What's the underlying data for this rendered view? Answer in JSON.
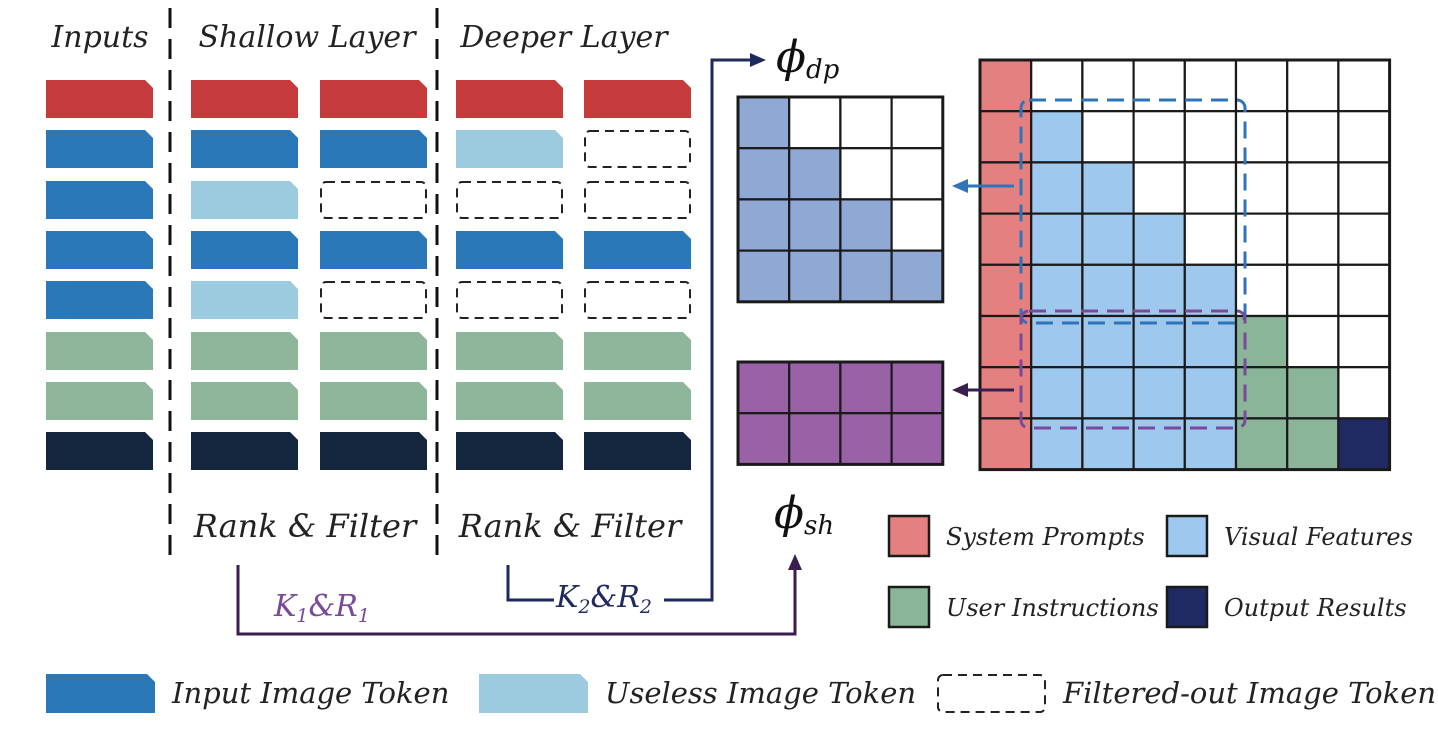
{
  "headers": {
    "inputs": "Inputs",
    "shallow": "Shallow Layer",
    "deeper": "Deeper Layer"
  },
  "columns": {
    "inputs": [
      "system",
      "image",
      "image",
      "image",
      "image",
      "user",
      "user",
      "output"
    ],
    "shallow_a": [
      "system",
      "image",
      "useless",
      "image",
      "useless",
      "user",
      "user",
      "output"
    ],
    "shallow_b": [
      "system",
      "image",
      "filtered",
      "image",
      "filtered",
      "user",
      "user",
      "output"
    ],
    "deeper_a": [
      "system",
      "useless",
      "filtered",
      "image",
      "filtered",
      "user",
      "user",
      "output"
    ],
    "deeper_b": [
      "system",
      "filtered",
      "filtered",
      "image",
      "filtered",
      "user",
      "user",
      "output"
    ]
  },
  "rank_filter": {
    "shallow": "Rank & Filter",
    "deeper": "Rank & Filter"
  },
  "params": {
    "k1": "K",
    "k1_sub": "1",
    "r1": "R",
    "r1_sub": "1",
    "k2": "K",
    "k2_sub": "2",
    "r2": "R",
    "r2_sub": "2",
    "amp": "&"
  },
  "phi": {
    "symbol": "ϕ",
    "dp_sub": "dp",
    "sh_sub": "sh"
  },
  "attention": {
    "size": 8,
    "row_colors": [
      [
        "S",
        "W",
        "W",
        "W",
        "W",
        "W",
        "W",
        "W"
      ],
      [
        "S",
        "V",
        "W",
        "W",
        "W",
        "W",
        "W",
        "W"
      ],
      [
        "S",
        "V",
        "V",
        "W",
        "W",
        "W",
        "W",
        "W"
      ],
      [
        "S",
        "V",
        "V",
        "V",
        "W",
        "W",
        "W",
        "W"
      ],
      [
        "S",
        "V",
        "V",
        "V",
        "V",
        "W",
        "W",
        "W"
      ],
      [
        "S",
        "V",
        "V",
        "V",
        "V",
        "U",
        "W",
        "W"
      ],
      [
        "S",
        "V",
        "V",
        "V",
        "V",
        "U",
        "U",
        "W"
      ],
      [
        "S",
        "V",
        "V",
        "V",
        "V",
        "U",
        "U",
        "O"
      ]
    ]
  },
  "phi_dp_grid": [
    [
      1,
      0,
      0,
      0
    ],
    [
      1,
      1,
      0,
      0
    ],
    [
      1,
      1,
      1,
      0
    ],
    [
      1,
      1,
      1,
      1
    ]
  ],
  "phi_sh_grid": {
    "rows": 2,
    "cols": 4
  },
  "matrix_legend": [
    {
      "label": "System Prompts",
      "color": "#e58080"
    },
    {
      "label": "Visual Features",
      "color": "#9ec8ee"
    },
    {
      "label": "User Instructions",
      "color": "#8ab598"
    },
    {
      "label": "Output Results",
      "color": "#1f2a63"
    }
  ],
  "token_legend": [
    {
      "label": "Input Image Token",
      "kind": "image"
    },
    {
      "label": "Useless Image Token",
      "kind": "useless"
    },
    {
      "label": "Filtered-out Image Token",
      "kind": "filtered"
    }
  ],
  "colors": {
    "system": "#c53a3a",
    "image": "#2a78b8",
    "useless": "#9ccbe0",
    "user": "#8eb69b",
    "output": "#13263d",
    "matrix_system": "#e58080",
    "matrix_visual": "#9ec8ee",
    "matrix_user": "#8ab598",
    "matrix_output": "#1f2a63",
    "phi_dp": "#8fa8d4",
    "phi_sh": "#9a62a6",
    "dash_blue": "#2f74b8",
    "dash_purple": "#7a4a9a",
    "arrow_navy": "#1e2a5e",
    "arrow_purple": "#3a1e50",
    "param_purple": "#7a4a9a",
    "param_navy": "#1e2a5e"
  }
}
